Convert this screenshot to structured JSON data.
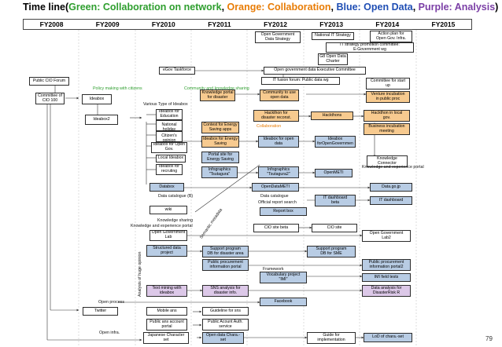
{
  "title": {
    "prefix": "Time line(",
    "green": "Green: Collaboration on network",
    "sep1": ", ",
    "orange": "Orange: Collaboration",
    "sep2": ", ",
    "blue": "Blue: Open Data",
    "sep3": ", ",
    "purple": "Purple: Analysis",
    "suffix": ")"
  },
  "colors": {
    "green": "#2e9e2e",
    "orange": "#e87c05",
    "blue": "#1f4eb4",
    "purple": "#7b3fa6",
    "orange_fill": "#f7ca8f",
    "blue_fill": "#b8cce4",
    "purple_fill": "#dcc8e8"
  },
  "years": [
    "FY2008",
    "FY2009",
    "FY2010",
    "FY2011",
    "FY2012",
    "FY2013",
    "FY2014",
    "FY2015"
  ],
  "boxes": {
    "public_cio_forum": "Public CIO Forum",
    "committee_cio100": "Committee of\nCIO 100",
    "ideabox": "Ideabox",
    "ideabox2": "Ideabox2",
    "egov_taskforce": "eGov Taskforce",
    "open_gov_strategy": "Open Government\nData Strategy",
    "national_it_strategy": "National IT Strategy",
    "action_plan": "Action plan for\nOpen Gov. Infra.",
    "it_strategy_committee": "IT strategy promotion committee:\nE-Government wg",
    "g8_charter": "G8 Open Data\nCharter",
    "open_gov_data_exec": "Open government data Executive Committee",
    "it_fusion_forum": "IT fusion forum: Public data wg",
    "committee_startup": "Committee for start\nup",
    "knowledge_portal": "Knowledge portal\nfor disaster",
    "community_open_data": "Community to use\nopen data",
    "venture_incubation": "Venture incubation\nin public proc",
    "ideabox_education": "Ideabox for\nEducation",
    "ideabox_national_holiday": "Ideabox for\nNational holiday",
    "ideabox_citizens_opinion": "Ideabox for\nCitizen's opinion",
    "ideabox_open_gov": "Ideabox for Open\nGov.",
    "local_ideabox": "Local Ideabox",
    "ideabox_recruiting": "Ideabox for\nrecruting",
    "contest_energy": "Contest for Energy\nSaving apps",
    "hackathon_disaster": "Hackthon for\ndisaster reconst.",
    "hackathons": "Hackthons",
    "hackathon_local_gov": "Hackthon in local\ngov.",
    "business_incubation": "Business incubation\nmeeting",
    "ideabox_energy_saving": "Ideabox for Energy\nSaving",
    "ideabox_open_data": "Ideabox for open\ndata",
    "ideabox_open_government": "Ideabox\nforOpenGovernmen",
    "knowledge_connector": "Knowledge\nConnector",
    "portal_energy_saving": "Portal site for\nEnergy Saving",
    "infographics_1": "Infographics\n\"Tsutagura\"",
    "infographics_2": "Infographics\n\"Tsutagura2\"",
    "openmeti": "OpenMETI",
    "databox": "Databox",
    "opendatameti": "OpenDataMETI",
    "data_go_jp": "Data.go.jp",
    "it_dashboard_beta": "IT dashboard\nbeta",
    "it_dashboard": "IT dashboard",
    "wiki": "wiki",
    "report_box": "Report box",
    "cio_site_beta": "CIO site beta",
    "cio_site": "CIO site",
    "open_gov_lab": "Open Government\nLab",
    "open_gov_lab2": "Open Government\nLab2",
    "structured_data_project": "Structured data\nproject",
    "support_program_disaster": "Support program\nDB for disaster area",
    "support_program_sme": "Support program\nDB for SME",
    "public_procurement_portal": "Public procurement\ninformation portal",
    "public_procurement_portal2": "Public procurement\ninformation portal2",
    "vocabulary_project": "Vocabulary project\n\"IMI\"",
    "imi_field_tests": "IMI field tests",
    "text_mining": "Text mining with\nideabox",
    "sns_analysis": "SNS analysis for\ndisaster info.",
    "data_analysis_disaster": "Data analysis for\nDisasterRisk R",
    "facebook": "Facebook",
    "twitter": "Twitter",
    "mobile_ans": "Mobile ans",
    "guideline_sns": "Guideline for sns",
    "public_ans_account_portal": "Public ans account\nportal",
    "public_account_auth": "Public Acount Auth.\nservice",
    "japanese_character_set": "Japanese Character\nset",
    "open_data_chara_set": "Open data Chara.-\nset",
    "guide_implementation": "Guide for\nimplementation",
    "lod_chara_set": "LoD of chara.-set"
  },
  "labels": {
    "policy_making": "Policy making with citizens",
    "community_knowledge": "Community and knowledge sharing",
    "various_ideabox": "Various Type of Ideabox",
    "collaboration": "Collaboration",
    "knowledge_experience_portal": "Knowledge and experience portal",
    "data_catalogue_b": "Data catalogue (B)",
    "data_catalogue": "Data catalogue",
    "official_report_search": "Official report search",
    "knowledge_sharing": "Knowledge sharing",
    "knowledge_experience_portal_2": "Knowledge and experience portal",
    "analysis_huge_opinion": "Analysis of huge opinion",
    "semantic_metadata": "Semantic metadata",
    "framework": "Framework",
    "open_process": "Open process",
    "open_infra": "Open infra."
  },
  "page_number": "79"
}
